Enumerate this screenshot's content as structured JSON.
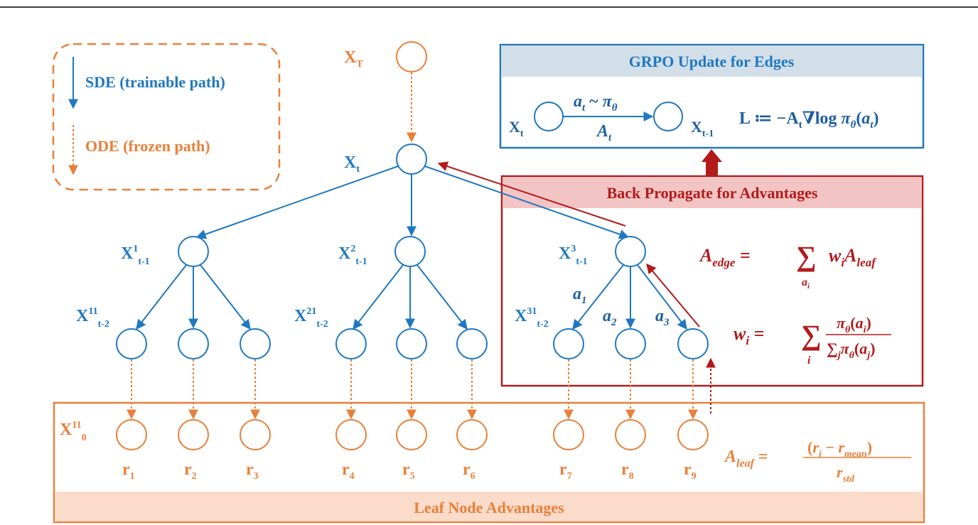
{
  "colors": {
    "sde_blue": "#1f78c1",
    "ode_orange": "#e8803a",
    "advantage_red": "#b31b1b",
    "grpo_header_bg": "#d2dfe8",
    "backprop_header_bg": "#f3c4c4",
    "leaf_band_bg": "#fbdccb"
  },
  "legend": {
    "sde_label": "SDE (trainable path)",
    "ode_label": "ODE (frozen path)"
  },
  "tree": {
    "root_label": {
      "main": "X",
      "sub": "T"
    },
    "xt_label": {
      "main": "X",
      "sub": "t"
    },
    "level1": [
      {
        "main": "X",
        "sup": "1",
        "sub": "t-1"
      },
      {
        "main": "X",
        "sup": "2",
        "sub": "t-1"
      },
      {
        "main": "X",
        "sup": "3",
        "sub": "t-1"
      }
    ],
    "level2": [
      {
        "main": "X",
        "sup": "11",
        "sub": "t-2"
      },
      {
        "main": "X",
        "sup": "21",
        "sub": "t-2"
      },
      {
        "main": "X",
        "sup": "31",
        "sub": "t-2"
      }
    ],
    "actions": [
      {
        "main": "a",
        "sub": "1"
      },
      {
        "main": "a",
        "sub": "2"
      },
      {
        "main": "a",
        "sub": "3"
      }
    ],
    "leaf_label": {
      "main": "X",
      "sup": "11",
      "sub": "0"
    },
    "rewards": [
      {
        "main": "r",
        "sub": "1"
      },
      {
        "main": "r",
        "sub": "2"
      },
      {
        "main": "r",
        "sub": "3"
      },
      {
        "main": "r",
        "sub": "4"
      },
      {
        "main": "r",
        "sub": "5"
      },
      {
        "main": "r",
        "sub": "6"
      },
      {
        "main": "r",
        "sub": "7"
      },
      {
        "main": "r",
        "sub": "8"
      },
      {
        "main": "r",
        "sub": "9"
      }
    ]
  },
  "grpo": {
    "title": "GRPO Update for Edges",
    "left_node": {
      "main": "X",
      "sub": "t"
    },
    "right_node": {
      "main": "X",
      "sub": "t-1"
    },
    "edge_top": "a_t ~ π_θ",
    "edge_bottom": "A_t",
    "loss": "L ≔ −A_t∇log π_θ(a_t)"
  },
  "backprop": {
    "title": "Back Propagate for Advantages",
    "a_edge_formula": "A_edge = Σ_{a_i} w_i A_leaf",
    "w_formula": "w_i = Σ_i π_θ(a_i) / Σ_j π_θ(a_j)"
  },
  "leaf": {
    "band_title": "Leaf Node Advantages",
    "a_leaf_formula": "A_leaf = (r_i − r_mean) / r_std"
  }
}
